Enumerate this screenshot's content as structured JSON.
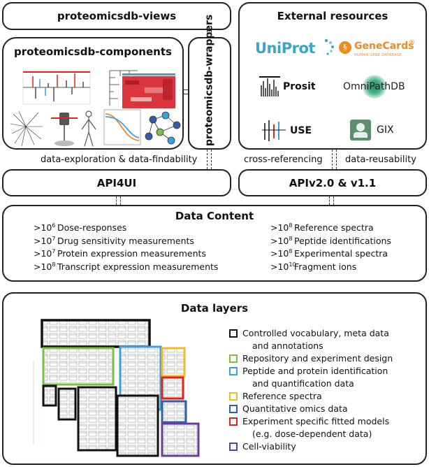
{
  "boxes": {
    "views": "proteomicsdb-views",
    "components": "proteomicsdb-components",
    "wrappers": "proteomicsdb-wrappers",
    "external": "External resources",
    "api4ui": "API4UI",
    "apiv2": "APIv2.0 & v1.1",
    "data_content": "Data Content",
    "data_layers": "Data layers"
  },
  "labels": {
    "exploration": "data-exploration & data-findability",
    "cross": "cross-referencing",
    "reusability": "data-reusability"
  },
  "external_resources": {
    "uniprot": "UniProt",
    "genecards": "GeneCards",
    "genecards_registered": "®",
    "genecards_sub": "HUMAN GENE DATABASE",
    "prosit": "Prosit",
    "omnipath": "OmniPathDB",
    "use": "USE",
    "gix": "GIX"
  },
  "data_content": {
    "left": [
      {
        "base": ">10",
        "exp": "6",
        "text": "Dose-responses"
      },
      {
        "base": ">10",
        "exp": "7",
        "text": "Drug sensitivity measurements"
      },
      {
        "base": ">10",
        "exp": "7",
        "text": "Protein expression measurements"
      },
      {
        "base": ">10",
        "exp": "8",
        "text": "Transcript expression measurements"
      }
    ],
    "right": [
      {
        "base": ">10",
        "exp": "8",
        "text": "Reference spectra"
      },
      {
        "base": ">10",
        "exp": "8",
        "text": "Peptide identifications"
      },
      {
        "base": ">10",
        "exp": "8",
        "text": "Experimental spectra"
      },
      {
        "base": ">10",
        "exp": "10",
        "text": "Fragment ions"
      }
    ]
  },
  "legend": [
    {
      "color": "#111111",
      "lines": [
        "Controlled vocabulary, meta data",
        "and annotations"
      ]
    },
    {
      "color": "#7ac143",
      "lines": [
        "Repository and experiment design"
      ]
    },
    {
      "color": "#3aa0dc",
      "lines": [
        "Peptide and protein identification",
        "and quantification data"
      ]
    },
    {
      "color": "#f4b82a",
      "lines": [
        "Reference spectra"
      ]
    },
    {
      "color": "#2f5fa8",
      "lines": [
        "Quantitative omics data"
      ]
    },
    {
      "color": "#e2231a",
      "lines": [
        "Experiment specific fitted models",
        "(e.g. dose-dependent data)"
      ]
    },
    {
      "color": "#6a3d9a",
      "lines": [
        "Cell-viability"
      ]
    }
  ]
}
